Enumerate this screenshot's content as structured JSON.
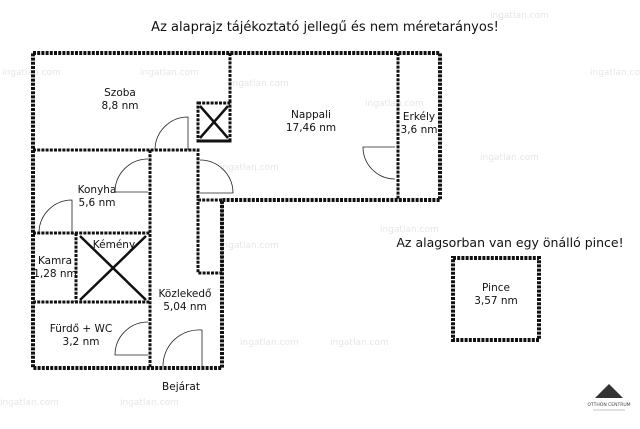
{
  "header_note": "Az alaprajz tájékoztató jellegű és nem méretarányos!",
  "basement_note": "Az alagsorban van egy önálló pince!",
  "entrance_label": "Bejárat",
  "watermark": "ingatlan.com",
  "logo_text": "OTTHON CENTRUM",
  "rooms": [
    {
      "name": "Szoba",
      "area": "8,8 nm"
    },
    {
      "name": "Nappali",
      "area": "17,46 nm"
    },
    {
      "name": "Erkély",
      "area": "3,6 nm"
    },
    {
      "name": "Konyha",
      "area": "5,6 nm"
    },
    {
      "name": "Kamra",
      "area": "1,28 nm"
    },
    {
      "name": "Kémény"
    },
    {
      "name": "Közlekedő",
      "area": "5,04 nm"
    },
    {
      "name": "Fürdő + WC",
      "area": "3,2 nm"
    },
    {
      "name": "Pince",
      "area": "3,57 nm"
    }
  ]
}
